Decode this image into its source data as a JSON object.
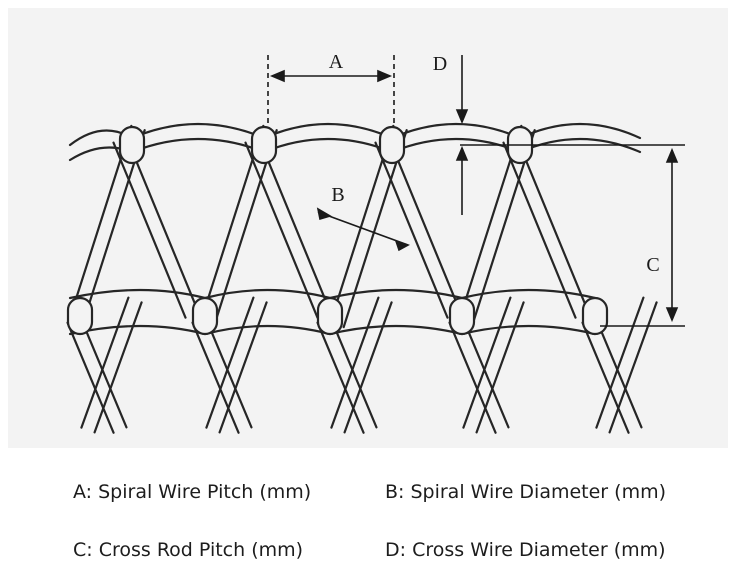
{
  "diagram": {
    "labels": {
      "a": "A",
      "b": "B",
      "c": "C",
      "d": "D"
    }
  },
  "legend": {
    "a": "A: Spiral Wire Pitch (mm)",
    "b": "B: Spiral Wire Diameter (mm)",
    "c": "C: Cross Rod Pitch (mm)",
    "d": "D: Cross Wire Diameter (mm)"
  }
}
